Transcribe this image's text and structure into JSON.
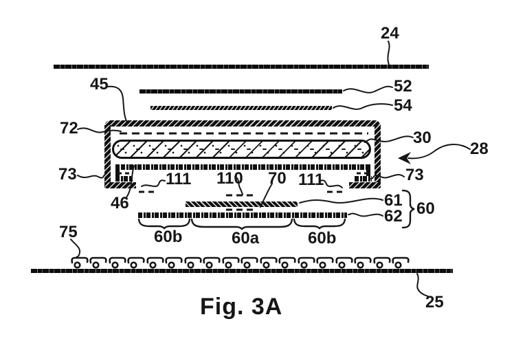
{
  "figure": {
    "caption": "Fig. 3A"
  },
  "labels": {
    "n24": "24",
    "n52": "52",
    "n54": "54",
    "n45": "45",
    "n72": "72",
    "n30": "30",
    "n28": "28",
    "n73L": "73",
    "n73R": "73",
    "n46": "46",
    "n111L": "111",
    "n110": "110",
    "n70": "70",
    "n111R": "111",
    "n61": "61",
    "n62": "62",
    "n60": "60",
    "n60bL": "60b",
    "n60a": "60a",
    "n60bR": "60b",
    "n75": "75",
    "n25": "25"
  },
  "bottom_row": {
    "unit_count": 18
  },
  "colors": {
    "ink": "#161616",
    "background": "#ffffff"
  }
}
